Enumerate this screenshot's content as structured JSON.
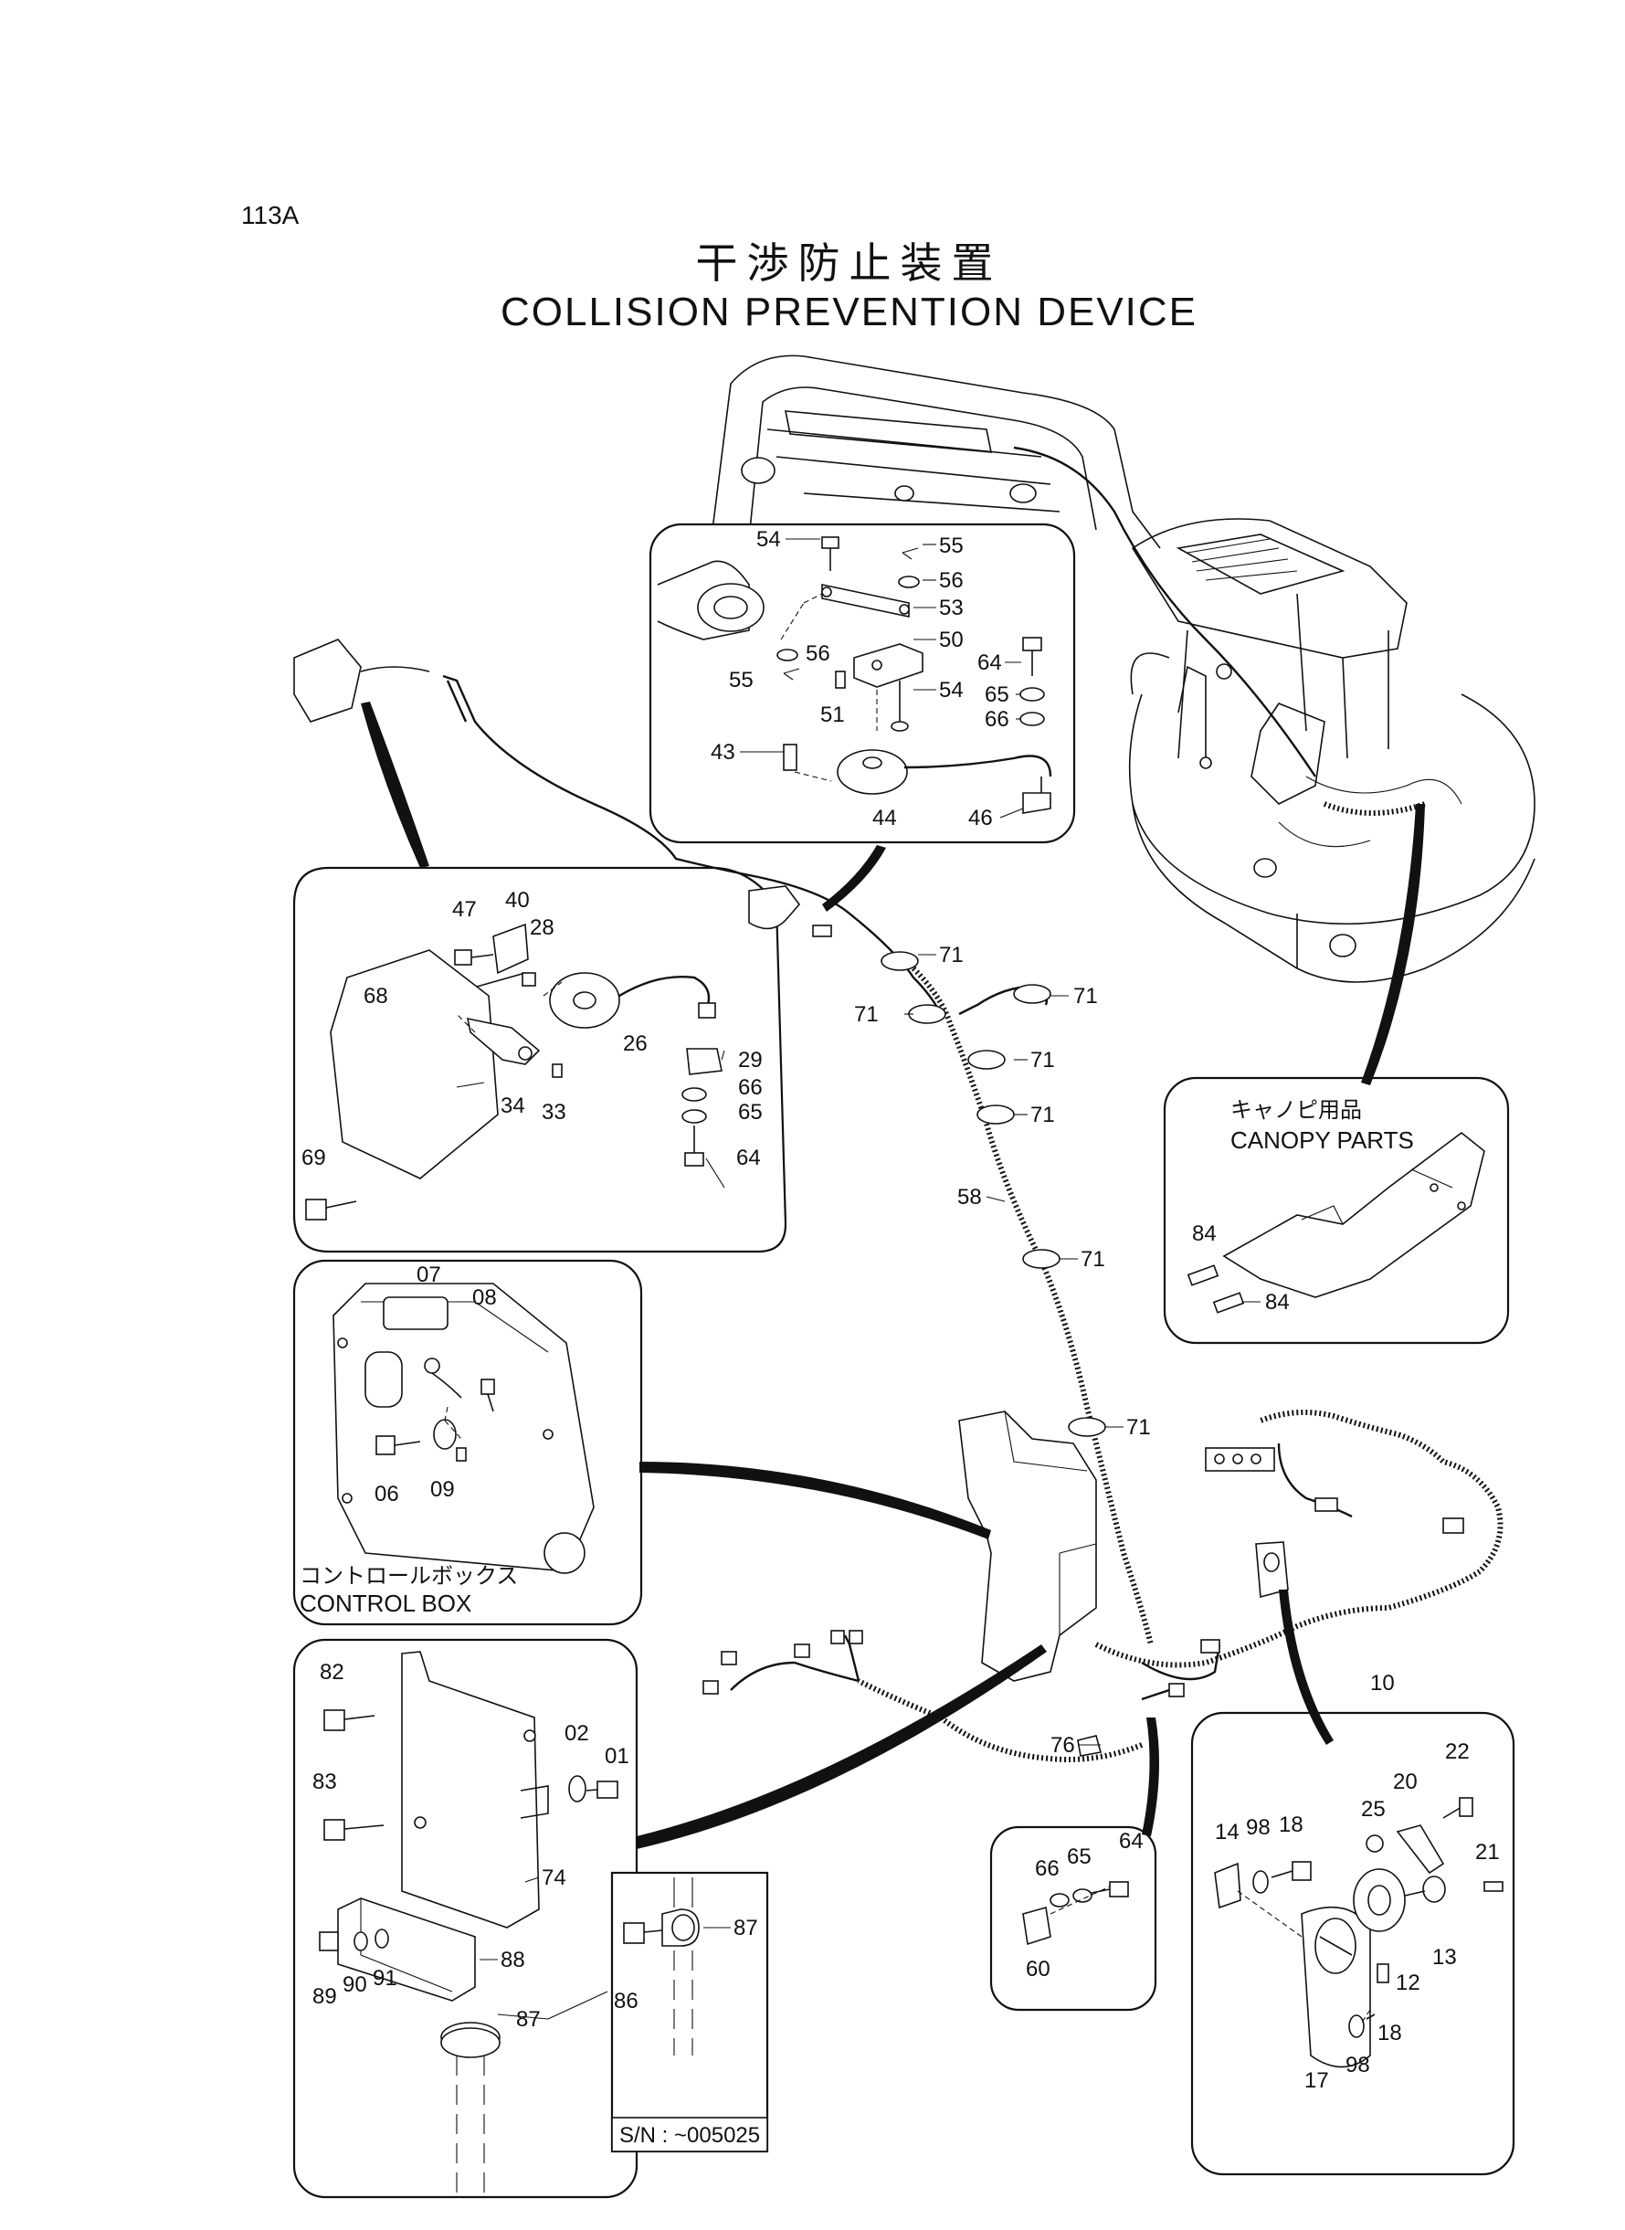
{
  "page_number": "113A",
  "title_jp": "干渉防止装置",
  "title_en": "COLLISION PREVENTION DEVICE",
  "insets": {
    "canopy": {
      "label_jp": "キャノピ用品",
      "label_en": "CANOPY PARTS"
    },
    "control_box": {
      "label_jp": "コントロールボックス",
      "label_en": "CONTROL BOX"
    },
    "serial": {
      "label": "S/N : ~005025"
    }
  },
  "part_numbers": {
    "p54a": "54",
    "p55a": "55",
    "p56a": "56",
    "p53": "53",
    "p56b": "56",
    "p50": "50",
    "p55b": "55",
    "p51": "51",
    "p54b": "54",
    "p64a": "64",
    "p65a": "65",
    "p66a": "66",
    "p43": "43",
    "p44": "44",
    "p46": "46",
    "p47": "47",
    "p40": "40",
    "p28": "28",
    "p68": "68",
    "p26": "26",
    "p29": "29",
    "p66b": "66",
    "p65b": "65",
    "p34": "34",
    "p33": "33",
    "p64b": "64",
    "p69": "69",
    "p71a": "71",
    "p71b": "71",
    "p71c": "71",
    "p71d": "71",
    "p71e": "71",
    "p71f": "71",
    "p71g": "71",
    "p58": "58",
    "p84a": "84",
    "p84b": "84",
    "p07": "07",
    "p08": "08",
    "p06": "06",
    "p09": "09",
    "p10": "10",
    "p76": "76",
    "p82": "82",
    "p02": "02",
    "p01": "01",
    "p83": "83",
    "p74": "74",
    "p88": "88",
    "p89": "89",
    "p90": "90",
    "p91": "91",
    "p87a": "87",
    "p87b": "87",
    "p86": "86",
    "p64c": "64",
    "p65c": "65",
    "p66c": "66",
    "p60": "60",
    "p22": "22",
    "p20": "20",
    "p25": "25",
    "p14": "14",
    "p98a": "98",
    "p18a": "18",
    "p21": "21",
    "p13": "13",
    "p12": "12",
    "p18b": "18",
    "p17": "17",
    "p98b": "98"
  }
}
